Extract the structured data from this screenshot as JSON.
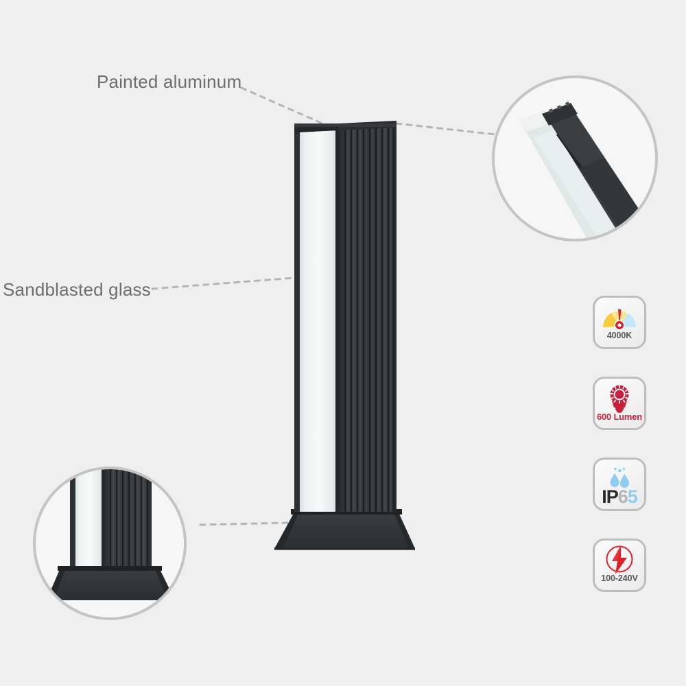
{
  "background_color": "#efefef",
  "product": {
    "name": "bollard-light",
    "body_color": "#333638",
    "rib_color": "#232628",
    "glass_color": "#e9f0ef",
    "base_color": "#303335"
  },
  "callouts": [
    {
      "id": "painted-aluminum",
      "label": "Painted aluminum",
      "color": "#6e6e6e"
    },
    {
      "id": "sandblasted-glass",
      "label": "Sandblasted glass",
      "color": "#6e6e6e"
    }
  ],
  "detail_circles": [
    {
      "id": "top-edge-detail",
      "position": "top-right"
    },
    {
      "id": "base-detail",
      "position": "bottom-left"
    }
  ],
  "leader_lines": {
    "style": "dashed",
    "color": "#b4b4b4"
  },
  "badges": [
    {
      "id": "color-temperature",
      "icon": "gauge-icon",
      "label": "4000K",
      "colors": {
        "arc_warm": "#f5cb3f",
        "arc_mid": "#fbe88c",
        "arc_cool": "#c3e7f7",
        "needle": "#cf2233"
      }
    },
    {
      "id": "luminous-flux",
      "icon": "light-bulb-icon",
      "label": "600 Lumen",
      "colors": {
        "icon": "#c8203c",
        "text": "#d0243c"
      }
    },
    {
      "id": "ingress-protection",
      "icon": "water-drop-icon",
      "label_parts": {
        "ip": "IP",
        "six": "6",
        "five": "5"
      },
      "colors": {
        "drop": "#8fcdf0",
        "ip": "#2b2b2b",
        "six": "#b6b6b6",
        "five": "#8fcdf0"
      }
    },
    {
      "id": "input-voltage",
      "icon": "lightning-bolt-icon",
      "label": "100-240V",
      "colors": {
        "icon": "#e02029",
        "circle": "#e02029"
      }
    }
  ]
}
